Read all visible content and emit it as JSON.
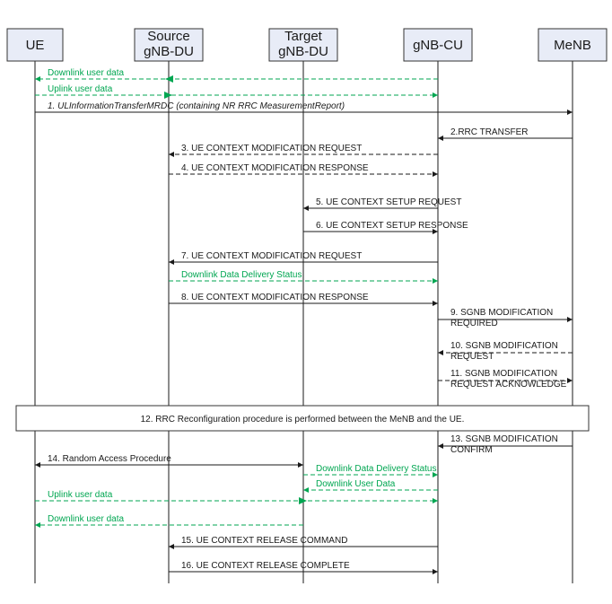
{
  "colors": {
    "black": "#1a1a1a",
    "green": "#00a651",
    "entity_fill": "#e8ecf7"
  },
  "entities": [
    {
      "id": "ue",
      "lines": [
        "UE"
      ]
    },
    {
      "id": "source_du",
      "lines": [
        "Source",
        "gNB-DU"
      ]
    },
    {
      "id": "target_du",
      "lines": [
        "Target",
        "gNB-DU"
      ]
    },
    {
      "id": "cu",
      "lines": [
        "gNB-CU"
      ]
    },
    {
      "id": "menb",
      "lines": [
        "MeNB"
      ]
    }
  ],
  "messages": [
    {
      "from": "cu",
      "to": "ue",
      "lines": [
        "Downlink user data"
      ],
      "color": "green",
      "dashed": true,
      "via": "source_du"
    },
    {
      "from": "ue",
      "to": "cu",
      "lines": [
        "Uplink user data"
      ],
      "color": "green",
      "dashed": true,
      "via": "source_du"
    },
    {
      "from": "ue",
      "to": "menb",
      "lines": [
        "1. ULInformationTransferMRDC (containing NR RRC MeasurementReport)"
      ],
      "color": "black",
      "italic": true
    },
    {
      "from": "menb",
      "to": "cu",
      "lines": [
        "2.RRC TRANSFER"
      ],
      "color": "black"
    },
    {
      "from": "cu",
      "to": "source_du",
      "lines": [
        "3. UE CONTEXT MODIFICATION REQUEST"
      ],
      "color": "black",
      "dashed": true
    },
    {
      "from": "source_du",
      "to": "cu",
      "lines": [
        "4. UE CONTEXT MODIFICATION RESPONSE"
      ],
      "color": "black",
      "dashed": true
    },
    {
      "from": "cu",
      "to": "target_du",
      "lines": [
        "5. UE CONTEXT SETUP REQUEST"
      ],
      "color": "black"
    },
    {
      "from": "target_du",
      "to": "cu",
      "lines": [
        "6. UE CONTEXT SETUP RESPONSE"
      ],
      "color": "black"
    },
    {
      "from": "cu",
      "to": "source_du",
      "lines": [
        "7. UE CONTEXT MODIFICATION REQUEST"
      ],
      "color": "black"
    },
    {
      "from": "source_du",
      "to": "cu",
      "lines": [
        "Downlink Data Delivery Status"
      ],
      "color": "green",
      "dashed": true
    },
    {
      "from": "source_du",
      "to": "cu",
      "lines": [
        "8. UE CONTEXT MODIFICATION RESPONSE"
      ],
      "color": "black"
    },
    {
      "from": "cu",
      "to": "menb",
      "lines": [
        "9. SGNB MODIFICATION",
        "REQUIRED"
      ],
      "color": "black"
    },
    {
      "from": "menb",
      "to": "cu",
      "lines": [
        "10. SGNB MODIFICATION",
        "REQUEST"
      ],
      "color": "black",
      "dashed": true
    },
    {
      "from": "cu",
      "to": "menb",
      "lines": [
        "11. SGNB MODIFICATION",
        "REQUEST ACKNOWLEDGE"
      ],
      "color": "black",
      "dashed": true
    },
    {
      "note": "12. RRC Reconfiguration procedure is performed between the MeNB and the UE."
    },
    {
      "from": "menb",
      "to": "cu",
      "lines": [
        "13. SGNB MODIFICATION",
        "CONFIRM"
      ],
      "color": "black"
    },
    {
      "from": "ue",
      "to": "target_du",
      "lines": [
        "14. Random Access Procedure"
      ],
      "color": "black",
      "both": true
    },
    {
      "from": "target_du",
      "to": "cu",
      "lines": [
        "Downlink Data Delivery Status"
      ],
      "color": "green",
      "dashed": true
    },
    {
      "from": "cu",
      "to": "target_du",
      "lines": [
        "Downlink User Data"
      ],
      "color": "green",
      "dashed": true
    },
    {
      "from": "ue",
      "to": "cu",
      "lines": [
        "Uplink user data"
      ],
      "color": "green",
      "dashed": true,
      "via": "target_du"
    },
    {
      "from": "target_du",
      "to": "ue",
      "lines": [
        "Downlink user data"
      ],
      "color": "green",
      "dashed": true
    },
    {
      "from": "cu",
      "to": "source_du",
      "lines": [
        "15. UE CONTEXT RELEASE COMMAND"
      ],
      "color": "black"
    },
    {
      "from": "source_du",
      "to": "cu",
      "lines": [
        "16. UE CONTEXT RELEASE COMPLETE"
      ],
      "color": "black"
    }
  ]
}
